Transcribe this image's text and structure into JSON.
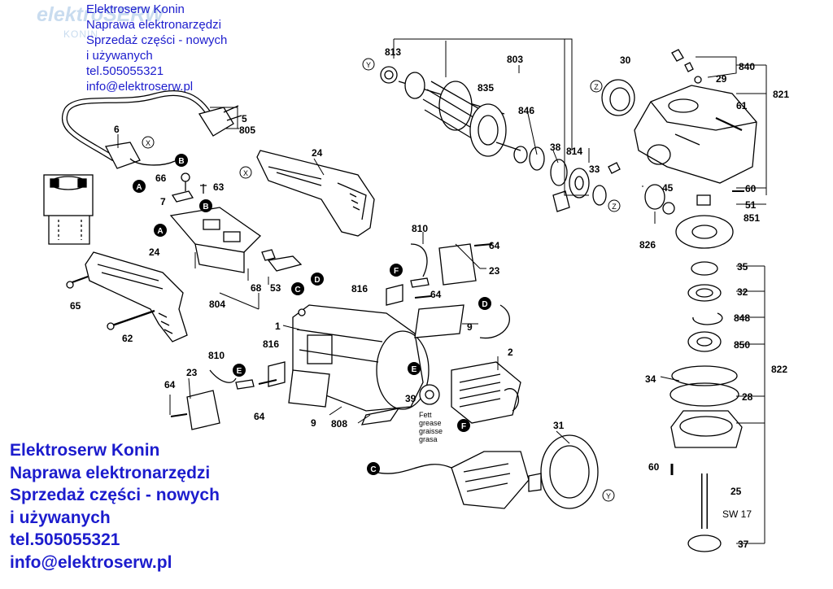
{
  "watermark": {
    "brand": "elektroSERW",
    "city": "KONIN"
  },
  "ad_top": {
    "lines": [
      "Elektroserw Konin",
      "Naprawa elektronarzędzi",
      "Sprzedaż części - nowych",
      "i używanych",
      "tel.505055321",
      "info@elektroserw.pl"
    ]
  },
  "ad_bottom": {
    "lines": [
      "Elektroserw Konin",
      "Naprawa elektronarzędzi",
      "Sprzedaż części - nowych",
      "i używanych",
      "tel.505055321",
      "info@elektroserw.pl"
    ]
  },
  "part_labels": {
    "p5": "5",
    "p805": "805",
    "p6": "6",
    "p24a": "24",
    "p24b": "24",
    "p66": "66",
    "p63": "63",
    "p7": "7",
    "p813": "813",
    "p803": "803",
    "p835": "835",
    "p846": "846",
    "p38": "38",
    "p814": "814",
    "p33": "33",
    "p30": "30",
    "p840": "840",
    "p29": "29",
    "p821": "821",
    "p61": "61",
    "p60a": "60",
    "p51": "51",
    "p851": "851",
    "p45": "45",
    "p826": "826",
    "p35": "35",
    "p32": "32",
    "p848": "848",
    "p850": "850",
    "p822": "822",
    "p34": "34",
    "p28": "28",
    "p60b": "60",
    "p25": "25",
    "sw17": "SW 17",
    "p37": "37",
    "p810a": "810",
    "p810b": "810",
    "p64a": "64",
    "p64b": "64",
    "p64c": "64",
    "p64d": "64",
    "p23a": "23",
    "p23b": "23",
    "p816a": "816",
    "p816b": "816",
    "p9a": "9",
    "p9b": "9",
    "p1": "1",
    "p2": "2",
    "p39": "39",
    "p808": "808",
    "p31": "31",
    "p65": "65",
    "p62": "62",
    "p68": "68",
    "p53": "53",
    "p804": "804",
    "grease": [
      "Fett",
      "grease",
      "graisse",
      "grasa"
    ]
  },
  "markers": {
    "A": "A",
    "B": "B",
    "C": "C",
    "D": "D",
    "E": "E",
    "F": "F",
    "X": "X",
    "Y": "Y",
    "Z": "Z"
  },
  "colors": {
    "ad_text": "#1c1ccd",
    "line": "#000000",
    "marker_fill": "#000000",
    "watermark": "#c9dcef"
  }
}
